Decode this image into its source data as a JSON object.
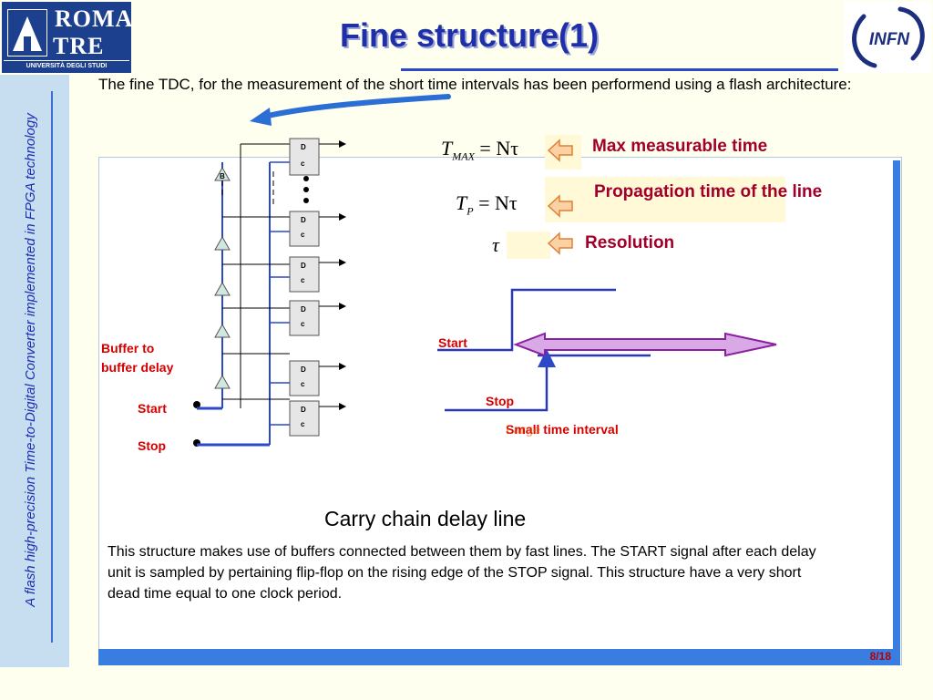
{
  "header": {
    "title": "Fine structure(1)",
    "logo_left_line1": "ROMA",
    "logo_left_line2": "TRE",
    "logo_left_line3": "UNIVERSITÀ DEGLI STUDI",
    "logo_right": "INFN"
  },
  "sidebar": {
    "text": "A flash high-precision Time-to-Digital Converter implemented in FPGA technology"
  },
  "intro": "The fine TDC, for the measurement of the short time intervals has been performend using a flash architecture:",
  "schematic": {
    "buffer_label": "Buffer to buffer delay",
    "start_label": "Start",
    "stop_label": "Stop",
    "ff_d": "D",
    "ff_c": "c",
    "buffer_mark": "B"
  },
  "equations": {
    "tmax_lhs": "T",
    "tmax_sub": "MAX",
    "tmax_rhs": "= Nτ",
    "tmax_label": "Max measurable time",
    "tp_lhs": "T",
    "tp_sub": "P",
    "tp_rhs": "= Nτ",
    "tp_label": "Propagation time of the line",
    "tau": "τ",
    "tau_label": "Resolution"
  },
  "timing": {
    "start_label": "Start",
    "stop_label": "Stop",
    "interval_label": "Small time interval",
    "overlay_label": "Large"
  },
  "caption": "Carry chain delay line",
  "description": "This structure makes use of buffers connected between them by fast lines. The START signal after each delay unit is sampled by pertaining flip-flop on the rising edge of the STOP signal. This structure have a very short dead time equal to one clock period.",
  "footer": {
    "page": "8/18"
  },
  "colors": {
    "title": "#1f2fa8",
    "accent_blue": "#3a7de0",
    "label_red": "#d40000",
    "label_maroon": "#a0002a",
    "arrow_fill": "#d9a9e6"
  }
}
